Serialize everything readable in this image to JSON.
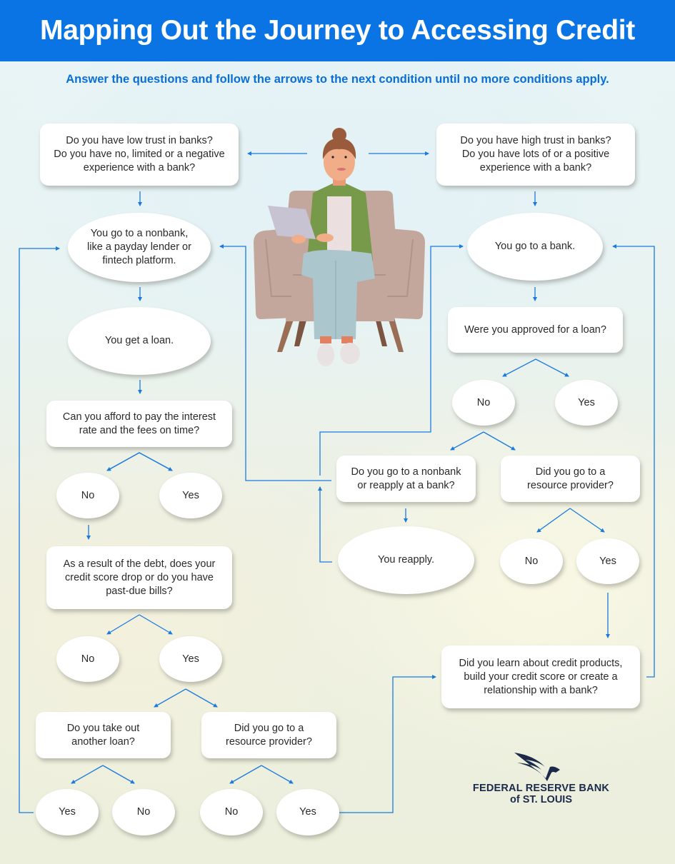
{
  "header": {
    "title": "Mapping Out the Journey to Accessing Credit",
    "subtitle": "Answer the questions and follow the arrows to the next condition until no more conditions apply."
  },
  "colors": {
    "title_bar": "#0a74e4",
    "subtitle_text": "#0a6ed8",
    "arrow": "#1a7ae0",
    "node_fill": "#ffffff",
    "logo_text": "#1c2a4a"
  },
  "left_path": {
    "low_trust_question": [
      "Do you have low trust in banks?",
      "Do you have no, limited or a negative",
      "experience with a bank?"
    ],
    "nonbank": [
      "You go to a nonbank,",
      "like a payday lender or",
      "fintech platform."
    ],
    "get_loan": "You get a loan.",
    "afford_question": [
      "Can you afford to pay the interest",
      "rate and the fees on time?"
    ],
    "afford_no": "No",
    "afford_yes": "Yes",
    "debt_question": [
      "As a result of the debt, does your",
      "credit score drop or do you have",
      "past-due bills?"
    ],
    "debt_no": "No",
    "debt_yes": "Yes",
    "another_loan_question": [
      "Do you take out",
      "another loan?"
    ],
    "another_loan_yes": "Yes",
    "another_loan_no": "No",
    "resource_question": [
      "Did you go to a",
      "resource provider?"
    ],
    "resource_no": "No",
    "resource_yes": "Yes"
  },
  "right_path": {
    "high_trust_question": [
      "Do you have high trust in banks?",
      "Do you have lots of or a positive",
      "experience with a bank?"
    ],
    "bank": "You go to a bank.",
    "approved_question": "Were you approved for a loan?",
    "approved_no": "No",
    "approved_yes": "Yes",
    "nonbank_or_reapply_question": [
      "Do you go to a nonbank",
      "or reapply at a bank?"
    ],
    "reapply": "You reapply.",
    "resource_question": [
      "Did you go to a",
      "resource provider?"
    ],
    "resource_no": "No",
    "resource_yes": "Yes",
    "learn_question": [
      "Did you learn about credit products,",
      "build your credit score or create a",
      "relationship with a bank?"
    ]
  },
  "illustration": {
    "description": "woman-with-laptop-in-armchair"
  },
  "logo": {
    "line1": "FEDERAL RESERVE BANK",
    "line2": "of ST. LOUIS"
  }
}
